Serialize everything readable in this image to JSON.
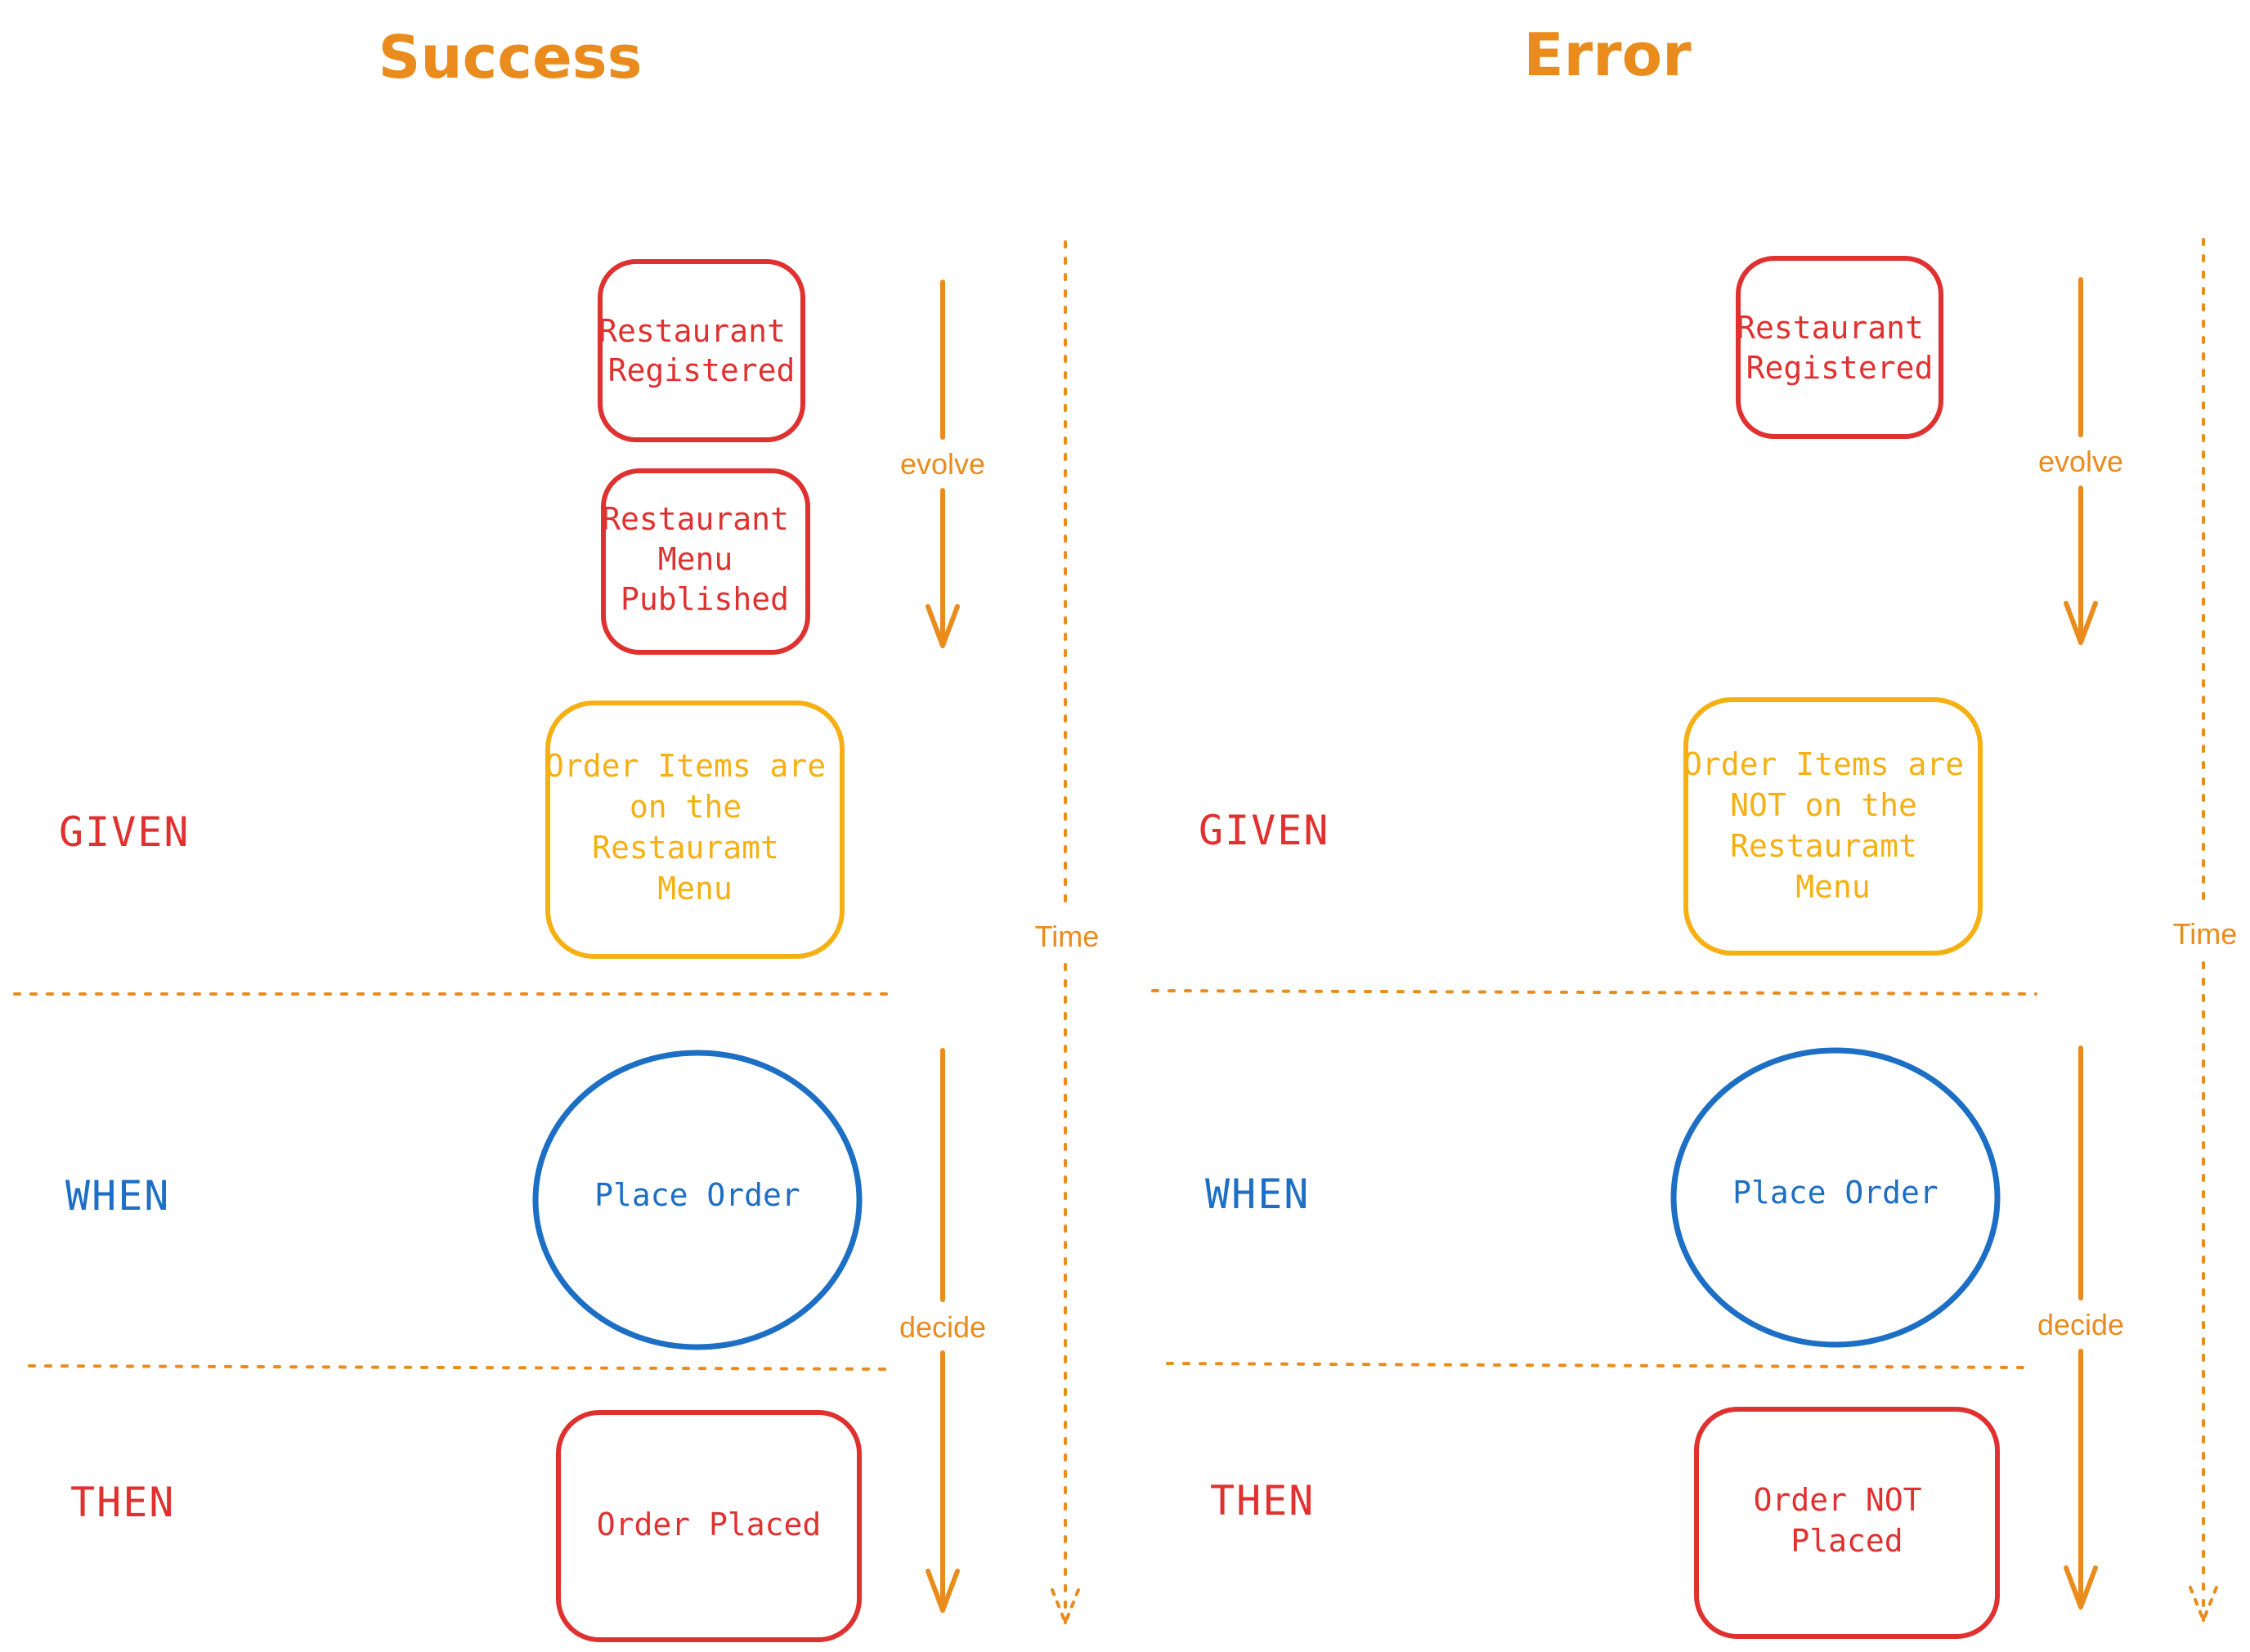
{
  "panels": [
    {
      "id": "success",
      "title": "Success",
      "phases": {
        "given": "GIVEN",
        "when": "WHEN",
        "then": "THEN"
      },
      "events_given": [
        {
          "lines": [
            "Restaurant",
            "Registered"
          ]
        },
        {
          "lines": [
            "Restaurant",
            "Menu",
            "Published"
          ]
        }
      ],
      "state": {
        "lines": [
          "Order Items are",
          "on the",
          "Restauramt",
          "Menu"
        ]
      },
      "command": {
        "lines": [
          "Place Order"
        ]
      },
      "event_then": {
        "lines": [
          "Order Placed"
        ]
      },
      "annotations": {
        "evolve": "evolve",
        "decide": "decide",
        "time": "Time"
      }
    },
    {
      "id": "error",
      "title": "Error",
      "phases": {
        "given": "GIVEN",
        "when": "WHEN",
        "then": "THEN"
      },
      "events_given": [
        {
          "lines": [
            "Restaurant",
            "Registered"
          ]
        }
      ],
      "state": {
        "lines": [
          "Order Items are",
          "NOT on the",
          "Restauramt",
          "Menu"
        ]
      },
      "command": {
        "lines": [
          "Place Order"
        ]
      },
      "event_then": {
        "lines": [
          "Order NOT",
          "Placed"
        ]
      },
      "annotations": {
        "evolve": "evolve",
        "decide": "decide",
        "time": "Time"
      }
    }
  ],
  "colors": {
    "title": "#ea8c1d",
    "event": "#e03131",
    "state": "#f5b014",
    "command": "#1c6fc4",
    "arrow": "#ea8c1d"
  }
}
